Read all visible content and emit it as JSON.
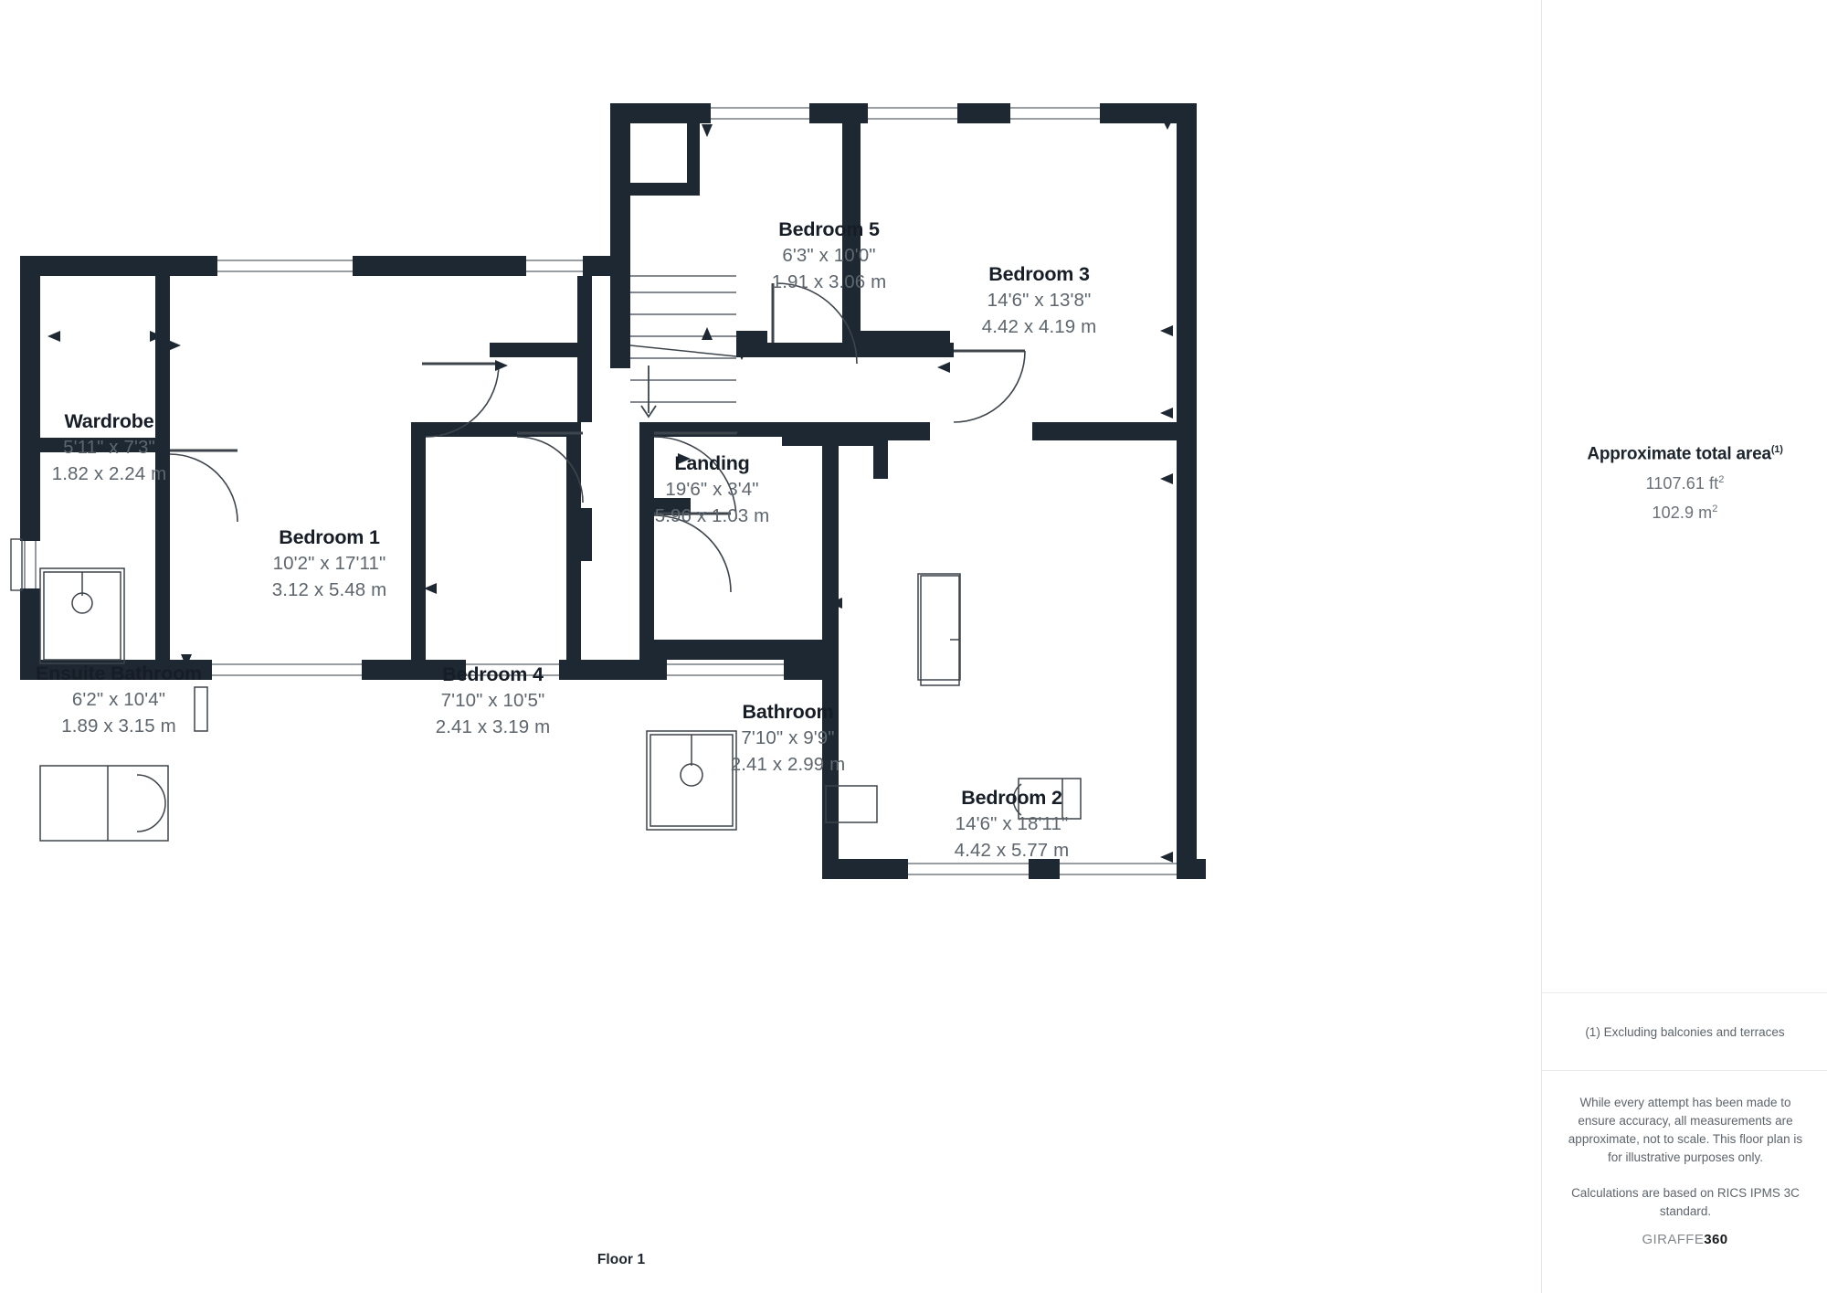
{
  "floor": {
    "label": "Floor 1"
  },
  "sidebar": {
    "area_title": "Approximate total area",
    "area_title_sup": "(1)",
    "area_sqft": "1107.61 ft",
    "area_sqft_sup": "2",
    "area_sqm": "102.9 m",
    "area_sqm_sup": "2",
    "footnote": "(1) Excluding balconies and terraces",
    "disclaimer_1": "While every attempt has been made to ensure accuracy, all measurements are approximate, not to scale. This floor plan is for illustrative purposes only.",
    "disclaimer_2": "Calculations are based on RICS IPMS 3C standard.",
    "brand_light": "GIRAFFE",
    "brand_bold": "360"
  },
  "rooms": [
    {
      "key": "bedroom5",
      "name": "Bedroom 5",
      "imperial": "6'3\" x 10'0\"",
      "metric": "1.91 x 3.06 m"
    },
    {
      "key": "bedroom3",
      "name": "Bedroom 3",
      "imperial": "14'6\" x 13'8\"",
      "metric": "4.42 x 4.19 m"
    },
    {
      "key": "wardrobe",
      "name": "Wardrobe",
      "imperial": "5'11\" x 7'3\"",
      "metric": "1.82 x 2.24 m"
    },
    {
      "key": "bedroom1",
      "name": "Bedroom 1",
      "imperial": "10'2\" x 17'11\"",
      "metric": "3.12 x 5.48 m"
    },
    {
      "key": "landing",
      "name": "Landing",
      "imperial": "19'6\" x 3'4\"",
      "metric": "5.96 x 1.03 m"
    },
    {
      "key": "ensuite",
      "name": "Ensuite Bathroom",
      "imperial": "6'2\" x 10'4\"",
      "metric": "1.89 x 3.15 m"
    },
    {
      "key": "bedroom4",
      "name": "Bedroom 4",
      "imperial": "7'10\" x 10'5\"",
      "metric": "2.41 x 3.19 m"
    },
    {
      "key": "bathroom",
      "name": "Bathroom",
      "imperial": "7'10\" x 9'9\"",
      "metric": "2.41 x 2.99 m"
    },
    {
      "key": "bedroom2",
      "name": "Bedroom 2",
      "imperial": "14'6\" x 18'11\"",
      "metric": "4.42 x 5.77 m"
    }
  ],
  "colors": {
    "wall": "#1e2833",
    "text_dark": "#161d26",
    "text_muted": "#5d656d",
    "divider": "#e3e5e8",
    "fixture_stroke": "#3d444b"
  }
}
